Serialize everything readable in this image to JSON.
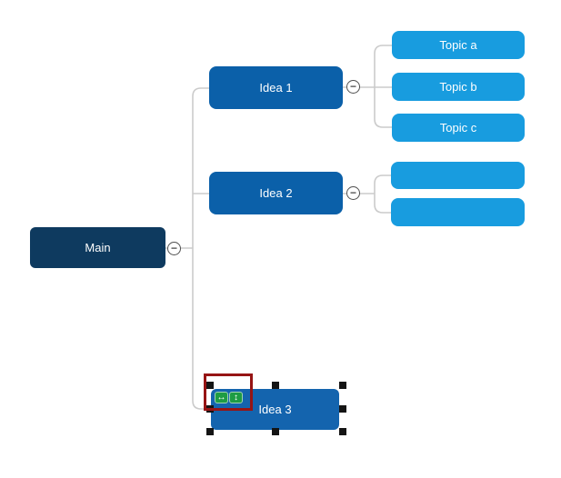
{
  "app": {
    "view": "mind-map-canvas"
  },
  "colors": {
    "background": "#ffffff",
    "main_fill": "#0e3a5f",
    "idea_fill": "#0b60a9",
    "selected_idea_fill": "#1464ae",
    "topic_fill": "#189cdf",
    "node_text": "#ffffff",
    "connector": "#cbcbcb",
    "collapse_border": "#4f4f4f",
    "selection_handle": "#141414",
    "focus_frame": "#961414",
    "move_button": "#1e9c44"
  },
  "nodes": {
    "main": {
      "label": "Main"
    },
    "idea1": {
      "label": "Idea 1"
    },
    "idea2": {
      "label": "Idea 2"
    },
    "idea3": {
      "label": "Idea 3"
    },
    "topic_a": {
      "label": "Topic a"
    },
    "topic_b": {
      "label": "Topic b"
    },
    "topic_c": {
      "label": "Topic c"
    },
    "subtopic_1": {
      "label": ""
    },
    "subtopic_2": {
      "label": ""
    }
  },
  "icons": {
    "collapse": "−",
    "move_horizontal": "↔",
    "move_vertical": "↕"
  },
  "selection": {
    "selected_node": "Idea 3",
    "handle_count": 8
  }
}
